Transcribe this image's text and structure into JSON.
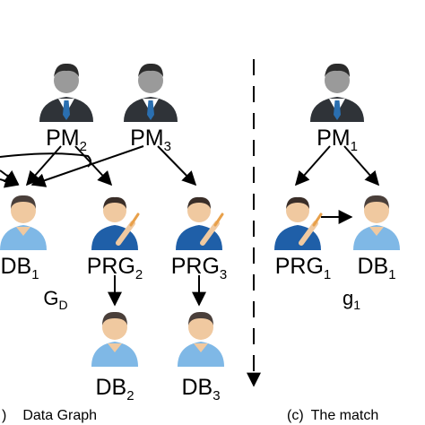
{
  "colors": {
    "manager_suit": "#2f3338",
    "manager_tie": "#2a6fb0",
    "db_shirt": "#7fb8e6",
    "prg_shirt": "#1f5fa8",
    "skin": "#f0c9a0",
    "hair": "#4a3f3a",
    "edge": "#000000"
  },
  "data_graph": {
    "label_main": "G",
    "label_sub": "D",
    "nodes": {
      "pm2": {
        "main": "PM",
        "sub": "2",
        "icon": "manager-icon"
      },
      "pm3": {
        "main": "PM",
        "sub": "3",
        "icon": "manager-icon"
      },
      "db1": {
        "main": "DB",
        "sub": "1",
        "icon": "db-person-icon"
      },
      "prg2": {
        "main": "PRG",
        "sub": "2",
        "icon": "programmer-icon"
      },
      "prg3": {
        "main": "PRG",
        "sub": "3",
        "icon": "programmer-icon"
      },
      "db2": {
        "main": "DB",
        "sub": "2",
        "icon": "db-person-icon"
      },
      "db3": {
        "main": "DB",
        "sub": "3",
        "icon": "db-person-icon"
      }
    }
  },
  "match_graph": {
    "label_main": "g",
    "label_sub": "1",
    "nodes": {
      "pm1": {
        "main": "PM",
        "sub": "1",
        "icon": "manager-icon"
      },
      "prg1": {
        "main": "PRG",
        "sub": "1",
        "icon": "programmer-icon"
      },
      "db1": {
        "main": "DB",
        "sub": "1",
        "icon": "db-person-icon"
      }
    }
  },
  "captions": {
    "left_prefix": ")",
    "left_text": "Data Graph",
    "right_prefix": "(c)",
    "right_text": "The match"
  }
}
